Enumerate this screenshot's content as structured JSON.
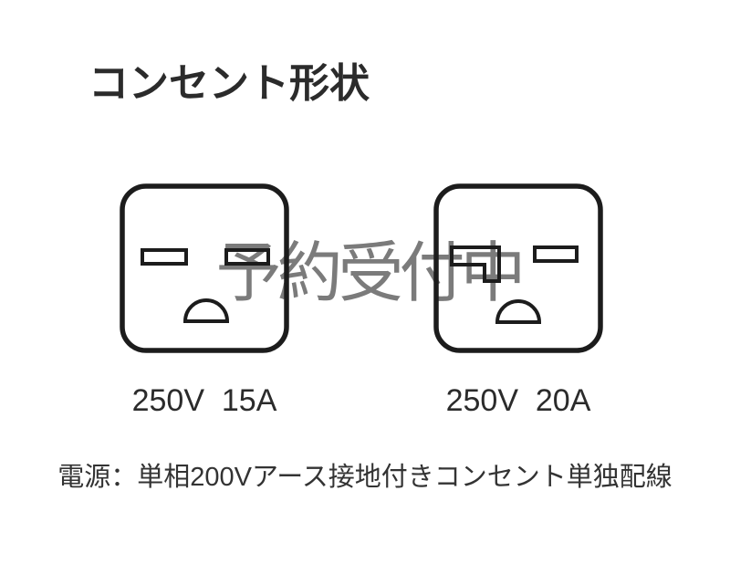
{
  "title": "コンセント形状",
  "watermark": {
    "text": "予約受付中",
    "color": "#7b7b7b"
  },
  "outlets": [
    {
      "id": "outlet-250v-15a",
      "label": "250V  15A"
    },
    {
      "id": "outlet-250v-20a",
      "label": "250V  20A"
    }
  ],
  "footer": {
    "text": "電源：単相200Vアース接地付きコンセント単独配線"
  },
  "colors": {
    "line": "#1c1c1c",
    "text": "#2b2b2b",
    "watermark": "#7b7b7b",
    "background": "#ffffff"
  }
}
